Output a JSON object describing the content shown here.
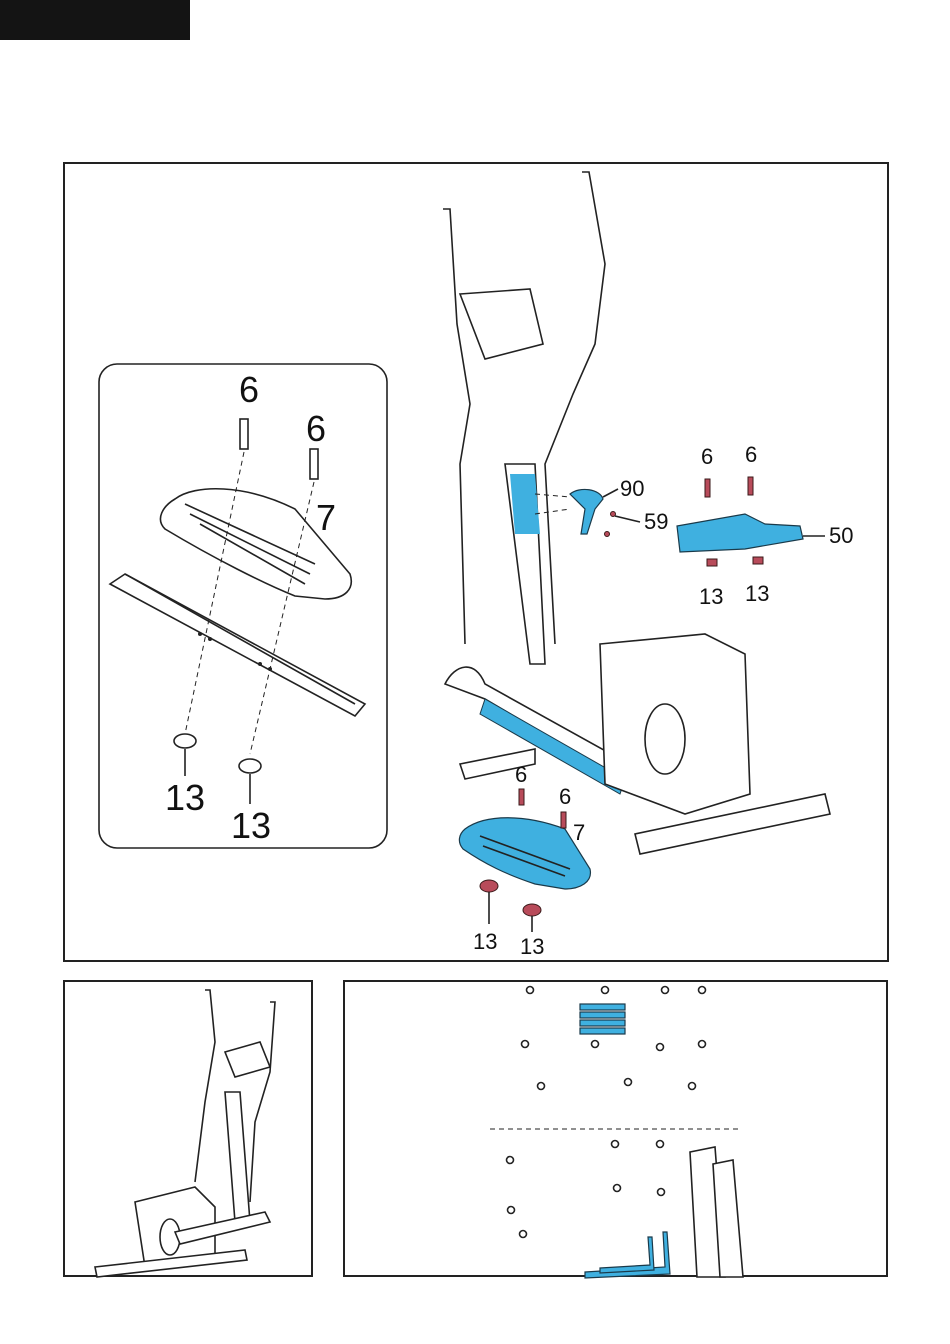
{
  "header_tab": "",
  "callouts": {
    "detail_bolt_left": "6",
    "detail_bolt_right": "6",
    "detail_pedal": "7",
    "detail_nut_left": "13",
    "detail_nut_right": "13",
    "part_90": "90",
    "part_59": "59",
    "part_50": "50",
    "upper_bolt_left": "6",
    "upper_bolt_right": "6",
    "upper_nut_left": "13",
    "upper_nut_right": "13",
    "lower_bolt_left": "6",
    "lower_bolt_right": "6",
    "lower_pedal": "7",
    "lower_nut_left": "13",
    "lower_nut_right": "13"
  },
  "colors": {
    "highlight": "#3fb0e0",
    "hardware": "#b84b5a",
    "outline": "#222222"
  }
}
